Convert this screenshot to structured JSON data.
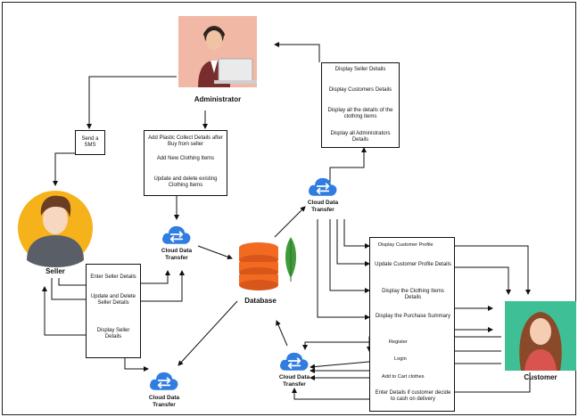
{
  "actors": {
    "administrator": "Administrator",
    "seller": "Seller",
    "customer": "Customer",
    "database": "Database"
  },
  "admin_display_box": {
    "line1": "Display Seller Details",
    "line2": "Display Customers Details",
    "line3": "Display all the details of the clothing items",
    "line4": "Display all Administrators Details"
  },
  "admin_add_box": {
    "line1": "Add Plastic Collect Details after Buy from seller",
    "line2": "Add New Clothing Items",
    "line3": "Update and delete existing Clothing Items"
  },
  "sms_box": {
    "text": "Send a SMS"
  },
  "seller_box": {
    "line1": "Enter Seller Details",
    "line2": "Update and Delete Seller Details",
    "line3": "Display Seller Details"
  },
  "customer_box": {
    "item1": "Display Customer Profile",
    "item2": "Update Customer Profile Details",
    "item3": "Display the Clothing Items Details",
    "item4": "Display the Purchase Summary",
    "item5": "Register",
    "item6": "Login",
    "item7": "Add to Cart clothes",
    "item8": "Enter Details if customer decide to cash on delivery"
  },
  "cloud_label": "Cloud Data Transfer",
  "colors": {
    "admin_bg": "#f2b8a6",
    "seller_bg": "#f6b21b",
    "customer_bg": "#3fbf96",
    "db_orange": "#f26a21",
    "cloud_blue": "#2f7de1",
    "leaf_green": "#3f9b3a"
  }
}
